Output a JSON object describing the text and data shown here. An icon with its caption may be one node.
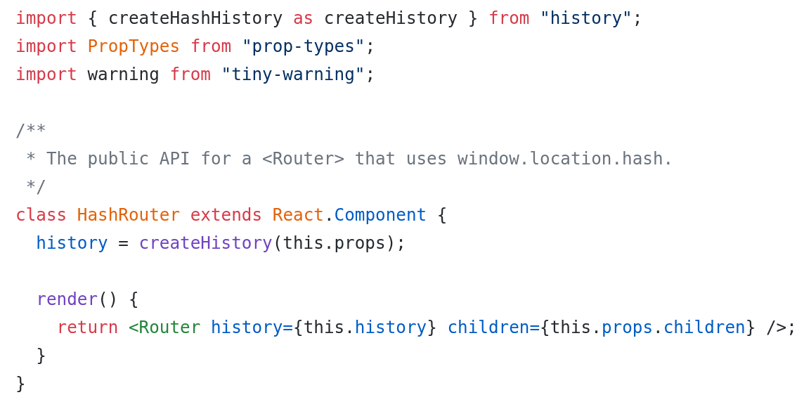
{
  "diagram": {
    "labels": [
      "import { createHashHistory as createHistory } from \"history\";",
      "import PropTypes from \"prop-types\";",
      "import warning from \"tiny-warning\";",
      "/**",
      "* The public API for a <Router> that uses window.location.hash.",
      "*/",
      "class HashRouter extends React.Component {",
      "history = createHistory(this.props);",
      "render() {",
      "return <Router history={this.history} children={this.props.children} />;",
      "}",
      "}"
    ]
  }
}
